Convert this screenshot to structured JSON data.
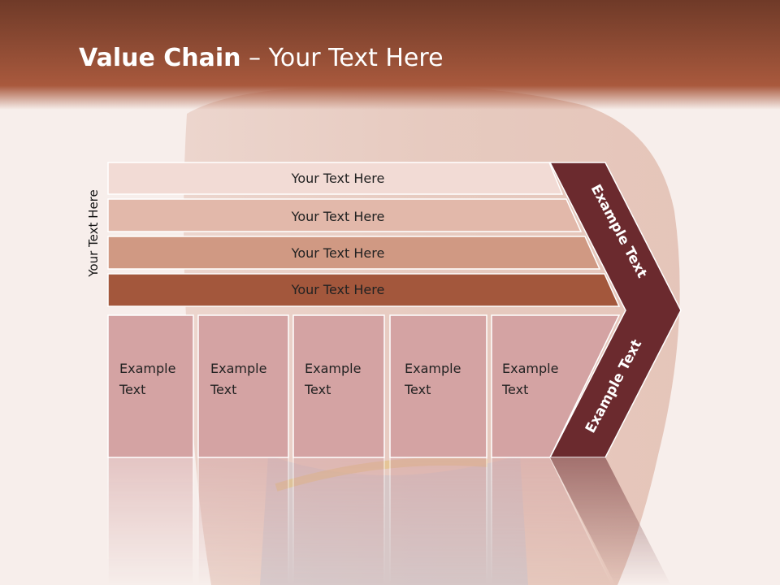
{
  "title": {
    "bold": "Value Chain",
    "rest": " – Your Text Here"
  },
  "side_label": "Your Text Here",
  "bars": [
    "Your Text Here",
    "Your Text Here",
    "Your Text Here",
    "Your Text Here"
  ],
  "columns": [
    {
      "line1": "Example",
      "line2": "Text"
    },
    {
      "line1": "Example",
      "line2": "Text"
    },
    {
      "line1": "Example",
      "line2": "Text"
    },
    {
      "line1": "Example",
      "line2": "Text"
    },
    {
      "line1": "Example",
      "line2": "Text"
    }
  ],
  "chevron_top": "Example Text",
  "chevron_bottom": "Example Text",
  "colors": {
    "bar1": "#f2dbd5",
    "bar2": "#e2b8aa",
    "bar3": "#d09983",
    "bar4": "#a3573c",
    "column": "#d4a3a3",
    "chevron": "#6b2a2e"
  }
}
